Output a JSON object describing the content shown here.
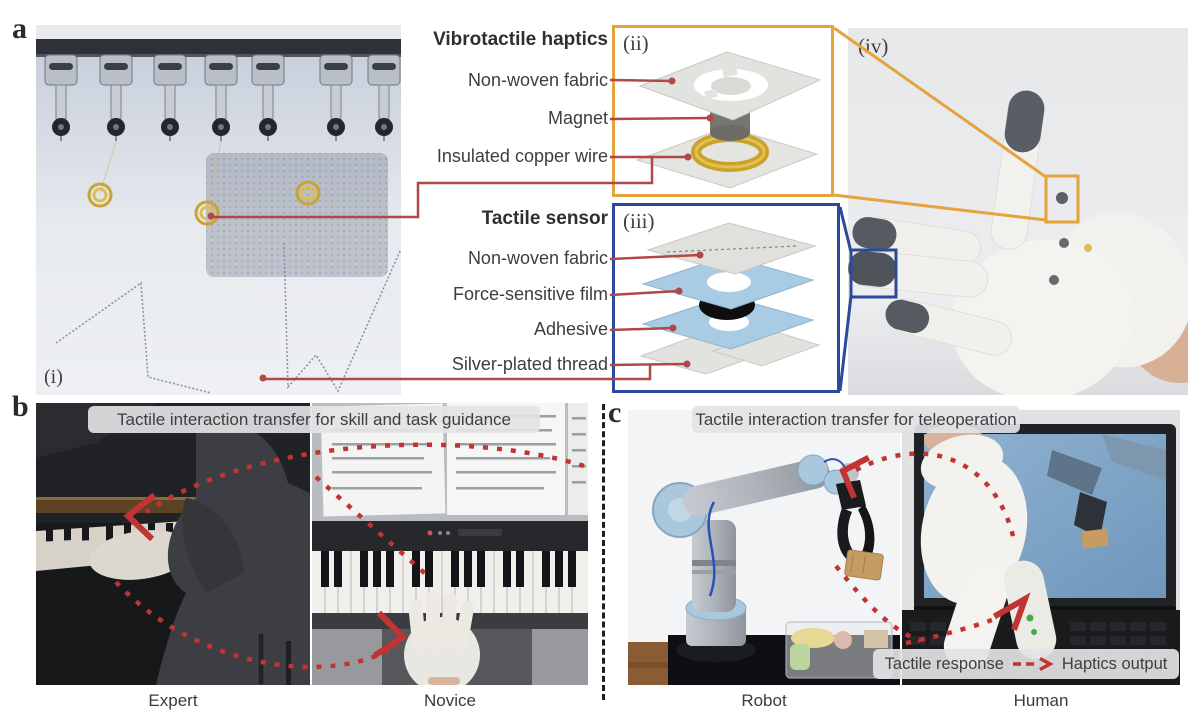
{
  "a": {
    "label": "a",
    "photo_i_label": "(i)",
    "haptics": {
      "title": "Vibrotactile haptics",
      "box_label": "(ii)",
      "layers": [
        "Non-woven fabric",
        "Magnet",
        "Insulated copper wire"
      ]
    },
    "sensor": {
      "title": "Tactile sensor",
      "box_label": "(iii)",
      "layers": [
        "Non-woven fabric",
        "Force-sensitive film",
        "Adhesive",
        "Silver-plated thread"
      ]
    },
    "photo_iv_label": "(iv)"
  },
  "b": {
    "label": "b",
    "caption": "Tactile interaction transfer for skill and task guidance",
    "left_caption": "Expert",
    "right_caption": "Novice"
  },
  "c": {
    "label": "c",
    "caption": "Tactile interaction transfer for teleoperation",
    "left_caption": "Robot",
    "right_caption": "Human",
    "tactile_response": "Tactile response",
    "haptics_output": "Haptics output"
  },
  "colors": {
    "haptics_box": "#E5A33C",
    "sensor_box": "#2C4A9B",
    "connector_red": "#B04848",
    "arrow_red": "#C23434"
  }
}
